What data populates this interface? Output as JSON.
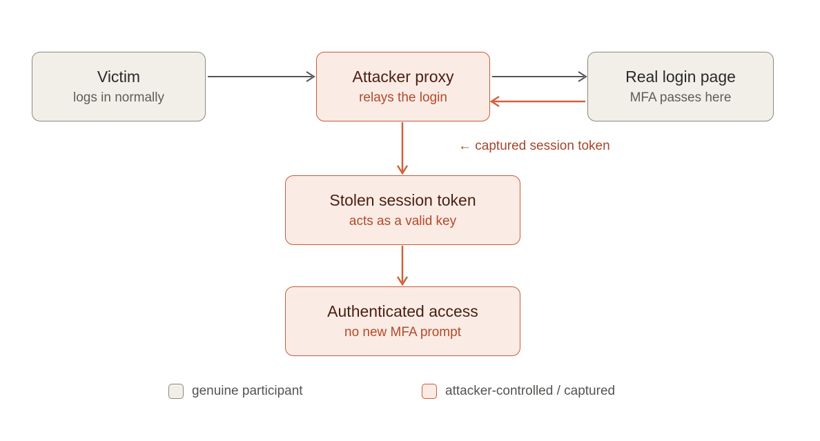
{
  "nodes": {
    "victim": {
      "title": "Victim",
      "subtitle": "logs in normally"
    },
    "proxy": {
      "title": "Attacker proxy",
      "subtitle": "relays the login"
    },
    "real_login": {
      "title": "Real login page",
      "subtitle": "MFA passes here"
    },
    "stolen_token": {
      "title": "Stolen session token",
      "subtitle": "acts as a valid key"
    },
    "access": {
      "title": "Authenticated access",
      "subtitle": "no new MFA prompt"
    }
  },
  "edges": {
    "token_return_label": "← captured session token"
  },
  "legend": {
    "genuine": "genuine participant",
    "attacker": "attacker-controlled / captured"
  },
  "colors": {
    "genuine_fill": "#f1efe8",
    "genuine_border": "#8a8880",
    "attacker_fill": "#faebe5",
    "attacker_border": "#c85a36",
    "neutral_arrow": "#555555",
    "attacker_arrow": "#d0603a"
  }
}
